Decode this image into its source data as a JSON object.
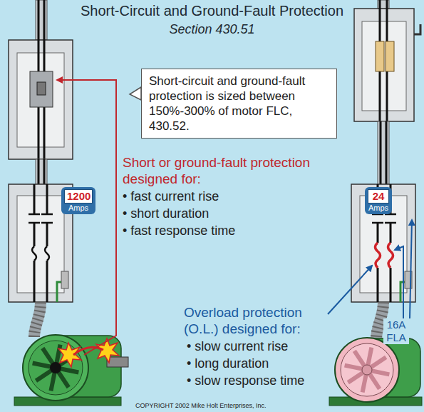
{
  "diagram": {
    "title": "Short-Circuit and Ground-Fault Protection",
    "caption": "COPYRIGHT 2002 Mike Holt Enterprises, Inc.",
    "nodes": [
      {
        "text": [
          "Short-circuit and ground-fault protection is sized between 150%-300% of motor FLC, 430.52."
        ]
      },
      {
        "text": [
          "1200",
          "Amps"
        ]
      },
      {
        "text": [
          "24",
          "Amps"
        ]
      }
    ],
    "labels": [
      "Section 430.51",
      "Short or ground-fault protection designed for:",
      "• fast current rise",
      "• short duration",
      "• fast response time",
      "Overload protection (O.L.) designed for:",
      "• slow current rise",
      "• long duration",
      "• slow response time",
      "16A FLA"
    ]
  }
}
